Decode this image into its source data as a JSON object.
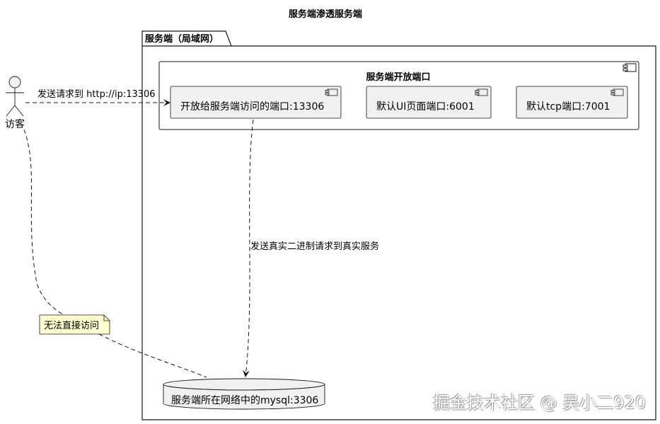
{
  "diagram": {
    "title": "服务端渗透服务端",
    "package_label": "服务端（局域网）",
    "group_label": "服务端开放端口",
    "actor_label": "访客",
    "components": [
      {
        "label": "开放给服务端访问的端口:13306"
      },
      {
        "label": "默认UI页面端口:6001"
      },
      {
        "label": "默认tcp端口:7001"
      }
    ],
    "database_label": "服务端所在网络中的mysql:3306",
    "arrows": {
      "visitor_request": "发送请求到 http://ip:13306",
      "forward_request": "发送真实二进制请求到真实服务"
    },
    "note": "无法直接访问"
  },
  "watermark": "掘金技术社区 @ 吴小二920",
  "colors": {
    "component_fill": "#f1f1f1",
    "note_fill": "#fefece",
    "stroke": "#181818"
  }
}
